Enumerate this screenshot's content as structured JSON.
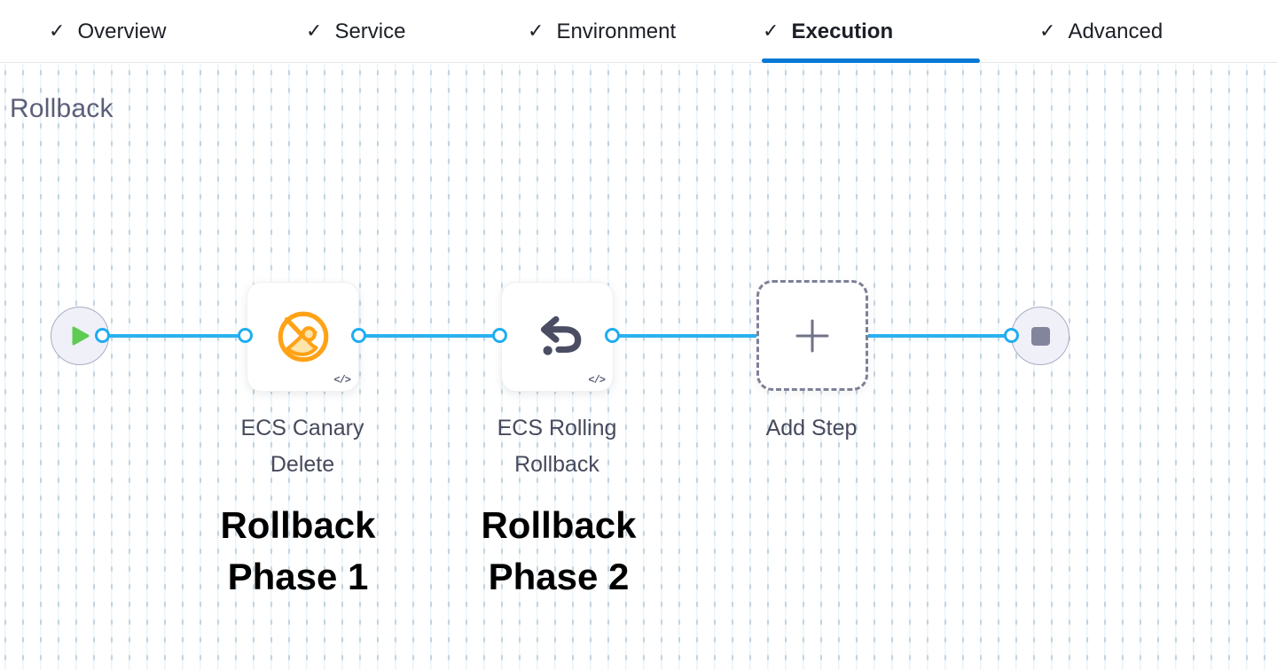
{
  "tabs": {
    "check_glyph": "✓",
    "items": [
      {
        "label": "Overview",
        "checked": true,
        "active": false
      },
      {
        "label": "Service",
        "checked": true,
        "active": false
      },
      {
        "label": "Environment",
        "checked": true,
        "active": false
      },
      {
        "label": "Execution",
        "checked": true,
        "active": true
      },
      {
        "label": "Advanced",
        "checked": true,
        "active": false
      }
    ]
  },
  "canvas": {
    "heading": "Rollback",
    "code_badge_glyph": "</>",
    "steps": [
      {
        "name": "ECS Canary Delete",
        "icon": "canary-icon",
        "annotation": "Rollback Phase 1"
      },
      {
        "name": "ECS Rolling Rollback",
        "icon": "rollback-arrow-icon",
        "annotation": "Rollback Phase 2"
      }
    ],
    "add_step": {
      "label": "Add Step",
      "icon": "plus-icon"
    },
    "start_node": {
      "icon": "play-icon"
    },
    "end_node": {
      "icon": "stop-icon"
    }
  },
  "colors": {
    "active_tab_underline": "#0278d5",
    "connector_blue": "#29b1ef",
    "port_ring_blue": "#1fadf0",
    "canary_orange": "#ffa216",
    "canary_body_fill": "#fde4a9",
    "play_green": "#5ecb52",
    "node_fill": "#f0f0f8",
    "node_border": "#abacc2",
    "stop_gray": "#83859c",
    "rollback_icon_slate": "#4b4e63",
    "heading_gray": "#5b5e78",
    "annotation_black": "#000000"
  }
}
